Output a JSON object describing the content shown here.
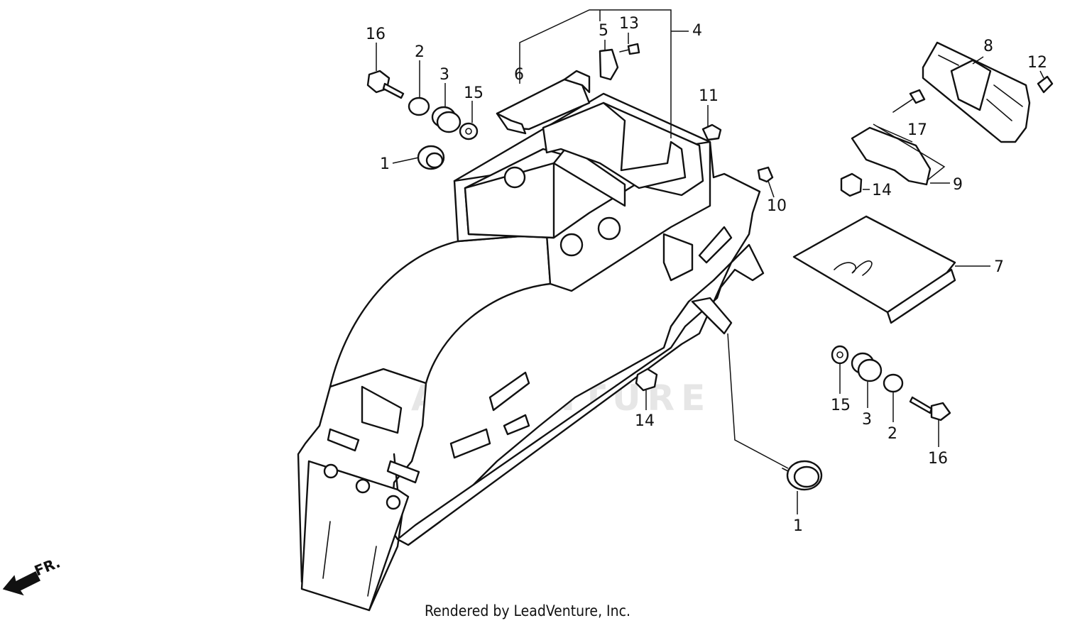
{
  "watermark_text": "LEADVENTURE",
  "footer_text": "Rendered by LeadVenture, Inc.",
  "direction_label": "FR.",
  "callouts": [
    "16",
    "2",
    "3",
    "15",
    "1",
    "6",
    "5",
    "13",
    "4",
    "11",
    "10",
    "8",
    "12",
    "17",
    "9",
    "14",
    "7",
    "15",
    "3",
    "2",
    "16",
    "14",
    "1"
  ]
}
